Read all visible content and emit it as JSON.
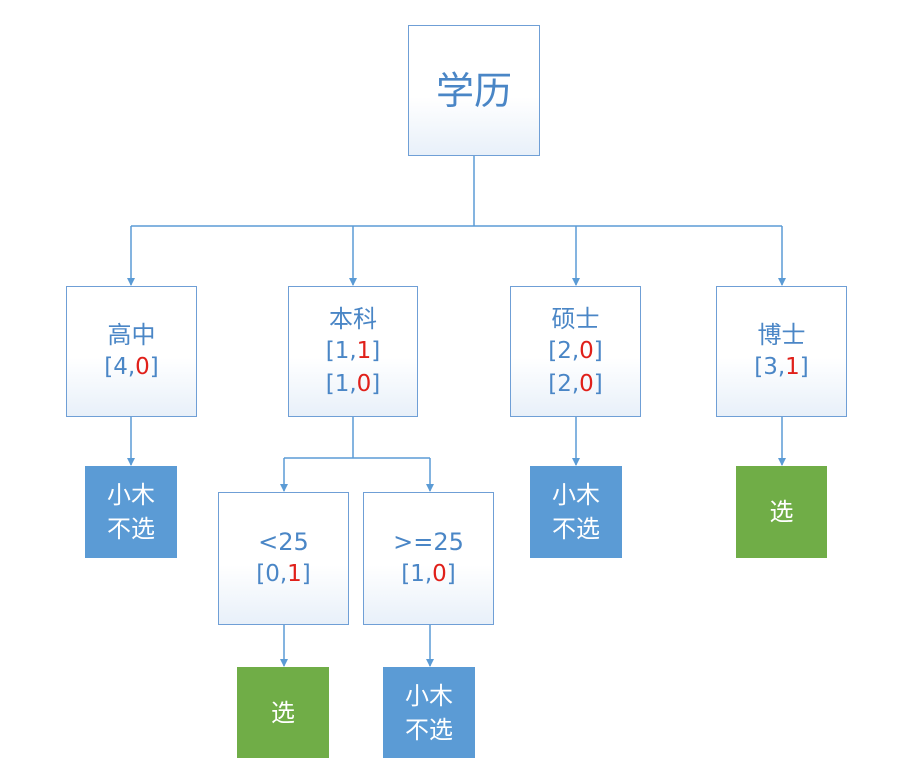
{
  "colors": {
    "node_border": "#6f9fd6",
    "node_text": "#4a86c6",
    "highlight_digit": "#e0201a",
    "leaf_not_selected": "#5b9bd5",
    "leaf_selected": "#70ad47",
    "connector": "#5b9bd5"
  },
  "root": {
    "label": "学历"
  },
  "branches": {
    "gaozhong": {
      "label": "高中",
      "counts": [
        {
          "a": "4",
          "b": "0"
        }
      ]
    },
    "benke": {
      "label": "本科",
      "counts": [
        {
          "a": "1",
          "b": "1"
        },
        {
          "a": "1",
          "b": "0"
        }
      ]
    },
    "shuoshi": {
      "label": "硕士",
      "counts": [
        {
          "a": "2",
          "b": "0"
        },
        {
          "a": "2",
          "b": "0"
        }
      ]
    },
    "boshi": {
      "label": "博士",
      "counts": [
        {
          "a": "3",
          "b": "1"
        }
      ]
    }
  },
  "age_split": {
    "under25": {
      "label": "<25",
      "counts": [
        {
          "a": "0",
          "b": "1"
        }
      ]
    },
    "over25": {
      "label": ">=25",
      "counts": [
        {
          "a": "1",
          "b": "0"
        }
      ]
    }
  },
  "leaves": {
    "gaozhong": {
      "line1": "小木",
      "line2": "不选"
    },
    "shuoshi": {
      "line1": "小木",
      "line2": "不选"
    },
    "boshi": {
      "line1": "选"
    },
    "under25": {
      "line1": "选"
    },
    "over25": {
      "line1": "小木",
      "line2": "不选"
    }
  }
}
